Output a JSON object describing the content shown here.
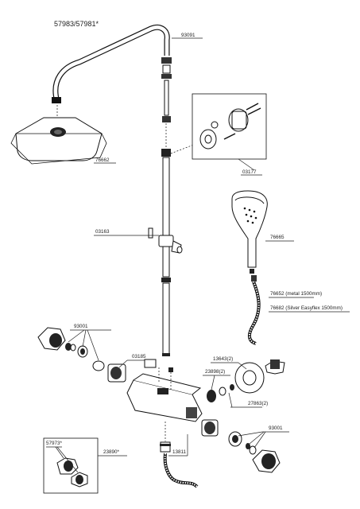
{
  "title": "57983/57981*",
  "labels": {
    "arm": "93091",
    "head": "76662",
    "bracket": "03177",
    "slider": "03163",
    "handshower": "76665",
    "hose_metal": "76652 (metal  1500mm)",
    "hose_silverflex": "76682 (Silver Easyflex 1500mm)",
    "handle_left": "93001",
    "cap": "03185",
    "nut": "13643(2)",
    "washer_set": "23898(2)",
    "seal": "27863(2)",
    "handle_right": "93001",
    "thermostat": "13811",
    "inset": "57973*",
    "cartridge": "23890*"
  }
}
